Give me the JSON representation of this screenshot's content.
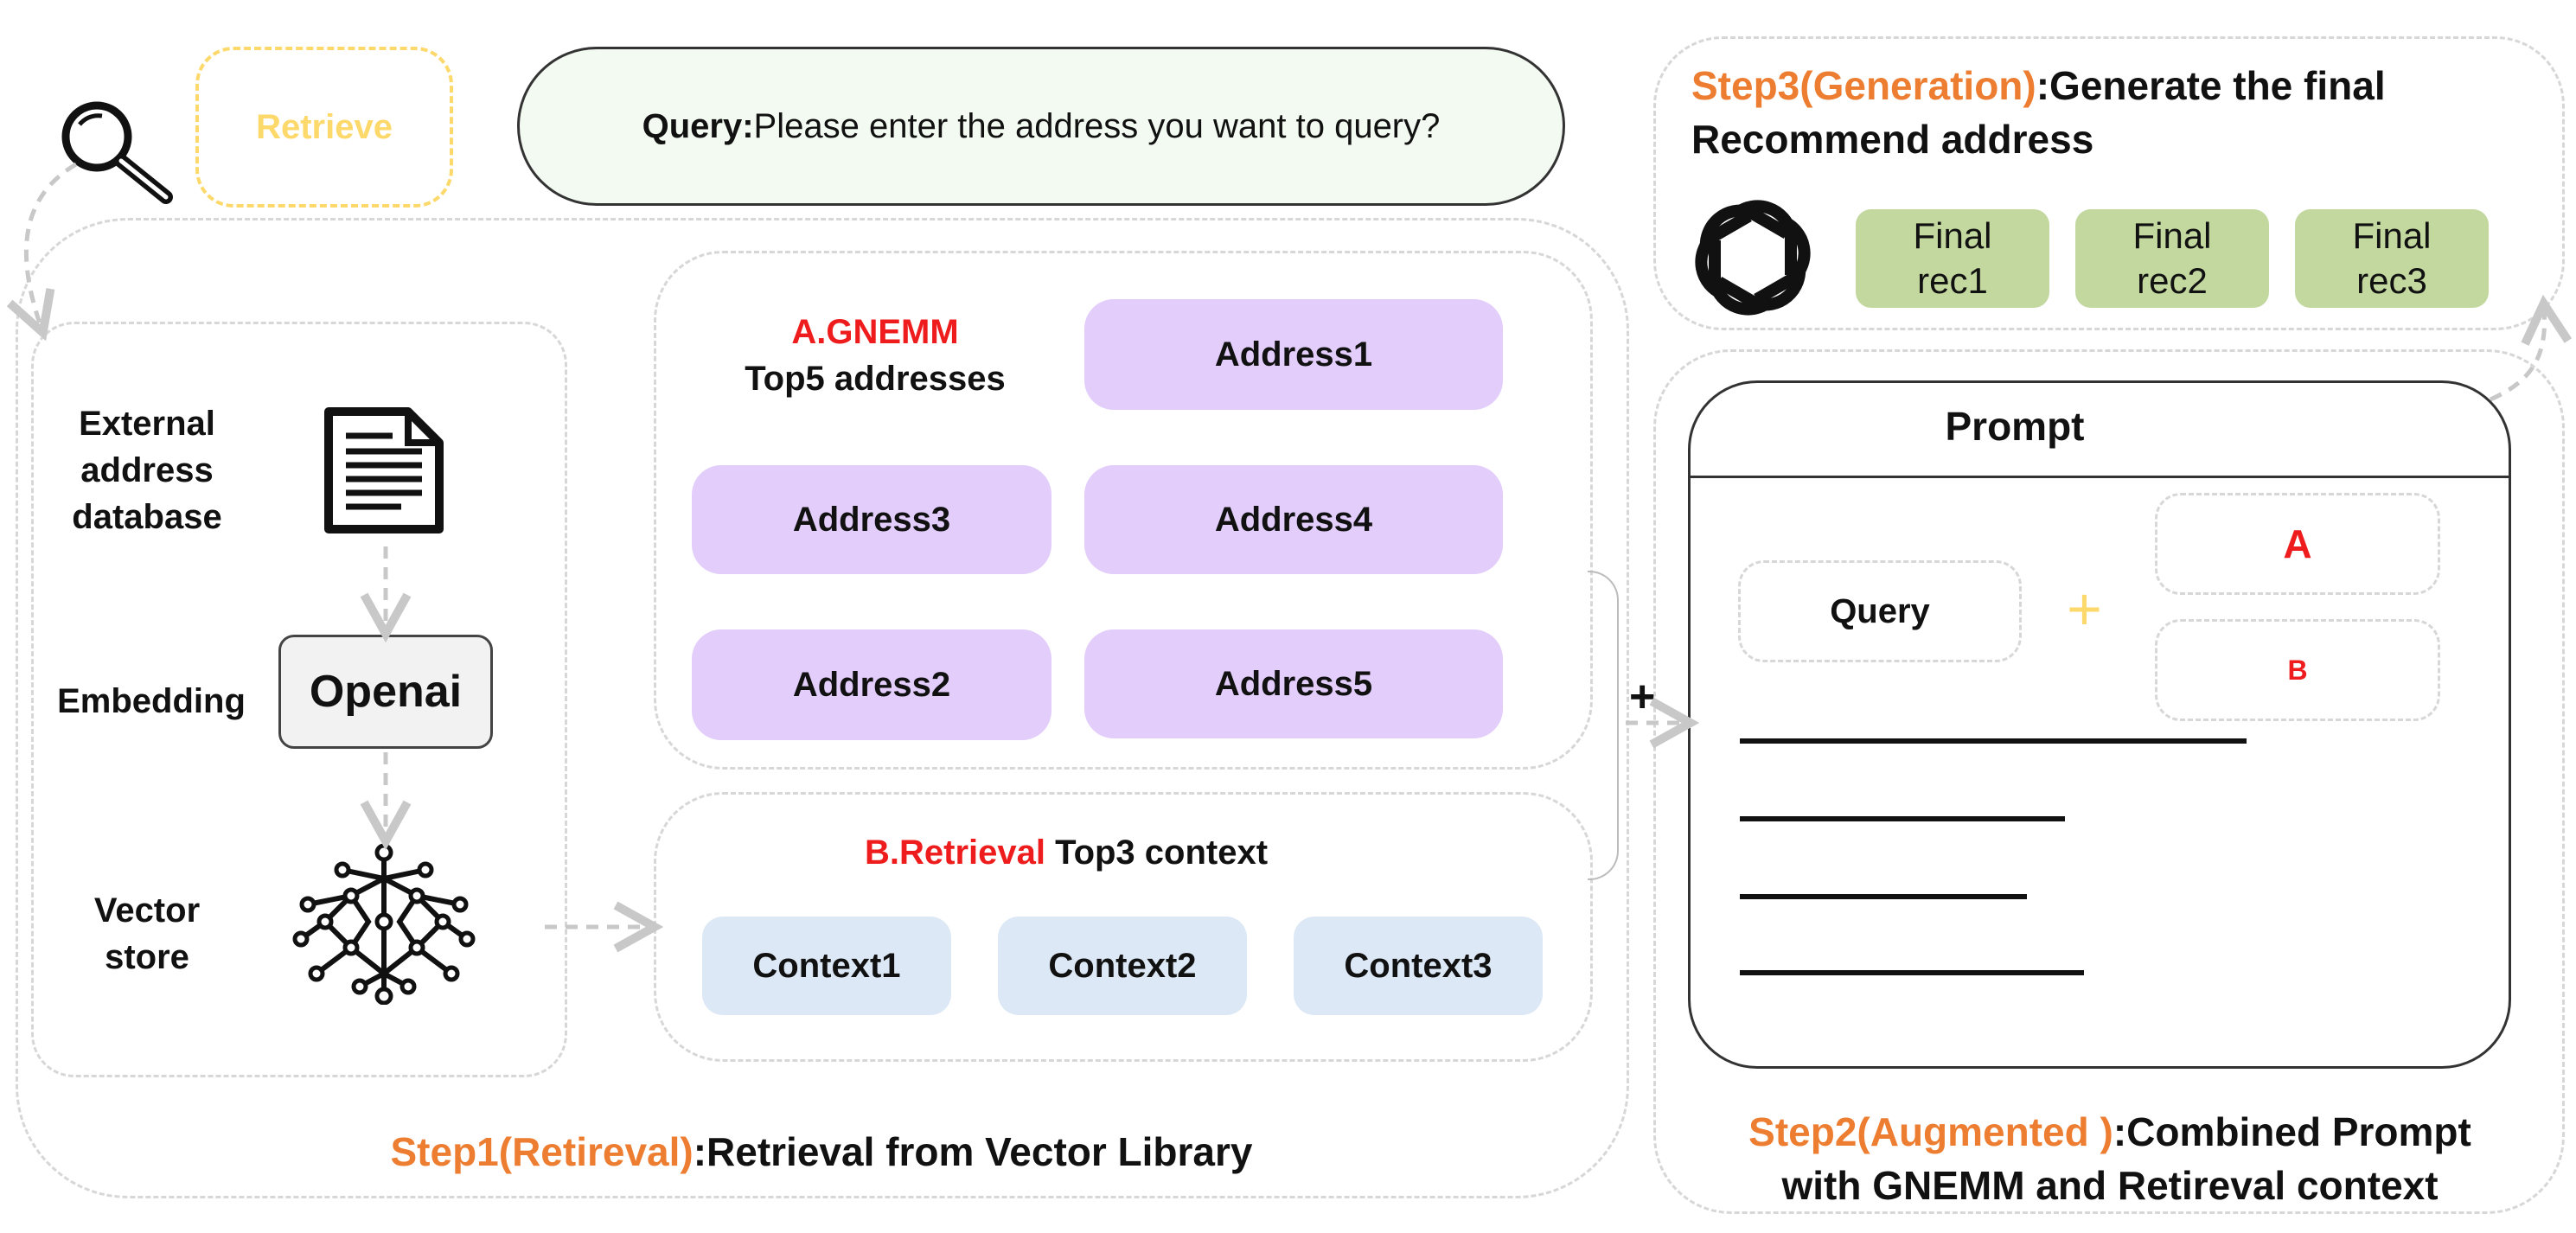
{
  "retrieve_label": "Retrieve",
  "query_bar": {
    "label": "Query:",
    "text": "Please enter the address you want to query?"
  },
  "step1": {
    "title": "Step1(Retireval)",
    "desc": ":Retrieval from Vector Library"
  },
  "left_panel": {
    "external_db_label": "External\naddress\ndatabase",
    "embedding_label": "Embedding",
    "openai_label": "Openai",
    "vector_store_label": "Vector\nstore"
  },
  "gnemm": {
    "title": "A.GNEMM",
    "subtitle": "Top5 addresses",
    "addresses": [
      "Address1",
      "Address3",
      "Address4",
      "Address2",
      "Address5"
    ]
  },
  "retrieval": {
    "title": "B.Retrieval",
    "subtitle": " Top3 context",
    "contexts": [
      "Context1",
      "Context2",
      "Context3"
    ]
  },
  "plus_sign": "+",
  "prompt": {
    "title": "Prompt",
    "query": "Query",
    "plus": "+",
    "a": "A",
    "b": "B"
  },
  "step2": {
    "title": "Step2(Augmented )",
    "desc": ":Combined Prompt",
    "desc2": "with GNEMM and Retireval context"
  },
  "step3": {
    "title": "Step3(Generation)",
    "desc": ":Generate the final",
    "desc2": "Recommend address"
  },
  "finals": [
    "Final\nrec1",
    "Final\nrec2",
    "Final\nrec3"
  ],
  "colors": {
    "orange": "#ed7d31",
    "red": "#ee1c1c",
    "purple": "#e3cdfb",
    "blue": "#dce8f5",
    "green": "#c3d89f",
    "yellow": "#fdd96b"
  }
}
